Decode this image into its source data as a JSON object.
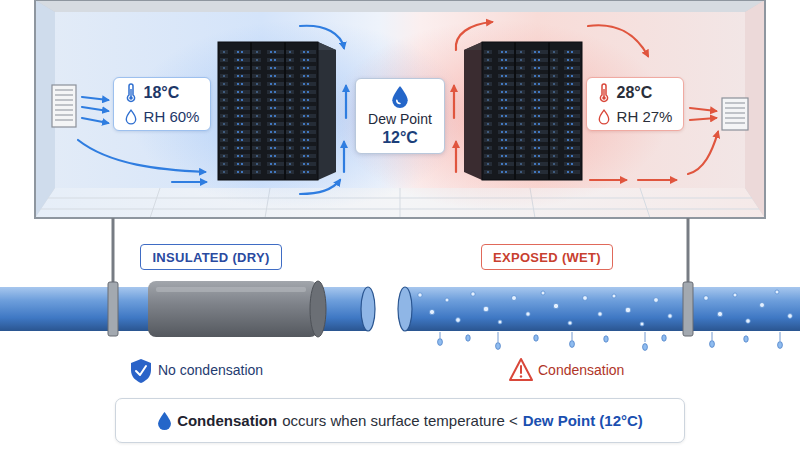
{
  "diagram": {
    "nodes": [
      {
        "text": [
          "18°C",
          "RH 60%"
        ]
      },
      {
        "text": [
          "Dew Point",
          "12°C"
        ]
      },
      {
        "text": [
          "28°C",
          "RH 27%"
        ]
      },
      {
        "text": [
          "INSULATED (DRY)"
        ]
      },
      {
        "text": [
          "EXPOSED (WET)"
        ]
      },
      {
        "text": [
          "Condensation",
          "occurs when surface temperature <",
          "Dew Point (12°C)"
        ]
      }
    ],
    "labels": [
      "No condensation",
      "Condensation"
    ]
  }
}
